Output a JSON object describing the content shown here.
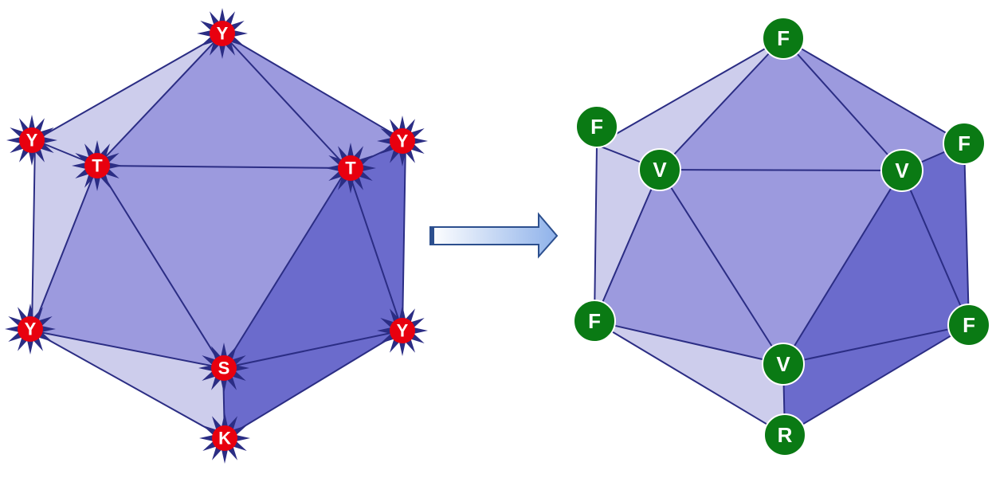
{
  "left_structure": {
    "colors": {
      "face_light": "#cdcdec",
      "face_mid": "#9c9ade",
      "face_dark": "#6b6bcc",
      "edge": "#2b2d84",
      "marker_fill": "#e8000f",
      "marker_spike": "#2b2d84"
    },
    "vertices": {
      "top": "Y",
      "upper_left": "Y",
      "upper_right": "Y",
      "inner_left": "T",
      "inner_right": "T",
      "lower_left": "Y",
      "lower_right": "Y",
      "center_bottom": "S",
      "bottom": "K"
    }
  },
  "arrow": {
    "semantic": "right-arrow-icon",
    "colors": {
      "start": "#ffffff",
      "end": "#8fb2ea",
      "outline": "#2c4f8e"
    }
  },
  "right_structure": {
    "colors": {
      "face_light": "#cdcdec",
      "face_mid": "#9c9ade",
      "face_dark": "#6b6bcc",
      "edge": "#2b2d84",
      "marker_fill": "#0a7a14",
      "marker_border": "#ffffff"
    },
    "vertices": {
      "top": "F",
      "upper_left": "F",
      "upper_right": "F",
      "inner_left": "V",
      "inner_right": "V",
      "lower_left": "F",
      "lower_right": "F",
      "center_bottom": "V",
      "bottom": "R"
    }
  }
}
